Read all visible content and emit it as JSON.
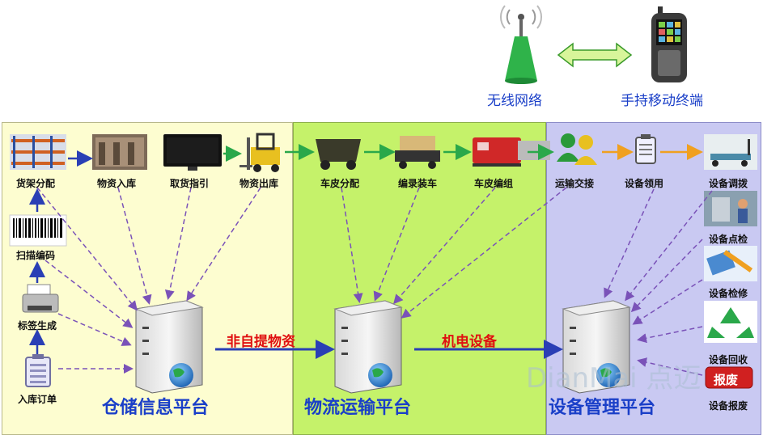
{
  "top": {
    "wireless_label": "无线网络",
    "handheld_label": "手持移动终端"
  },
  "warehouse": {
    "platform": "仓储信息平台",
    "items": {
      "shelf": "货架分配",
      "stock_in": "物资入库",
      "pick_guide": "取货指引",
      "stock_out": "物资出库",
      "scan_code": "扫描编码",
      "label_gen": "标签生成",
      "order_in": "入库订单"
    }
  },
  "logistics": {
    "platform": "物流运输平台",
    "items": {
      "belt_assign": "车皮分配",
      "record_load": "编录装车",
      "belt_group": "车皮编组"
    }
  },
  "equipment": {
    "platform": "设备管理平台",
    "items": {
      "transport_handover": "运输交接",
      "equip_claim": "设备领用",
      "equip_transfer": "设备调拨",
      "equip_inspect": "设备点检",
      "equip_repair": "设备检修",
      "equip_recycle": "设备回收",
      "equip_scrap": "设备报废"
    },
    "scrap_badge": "报废"
  },
  "flows": {
    "flow1": "非自提物资",
    "flow2": "机电设备"
  },
  "watermark": "DianMai 点迈",
  "colors": {
    "warehouse_bg": "#fdfdd0",
    "logistics_bg": "#c5f26a",
    "equipment_bg": "#c9c9f2",
    "platform_text": "#1a3fc8",
    "flow_text": "#e01010",
    "dashed_arrow": "#7a52b8"
  }
}
